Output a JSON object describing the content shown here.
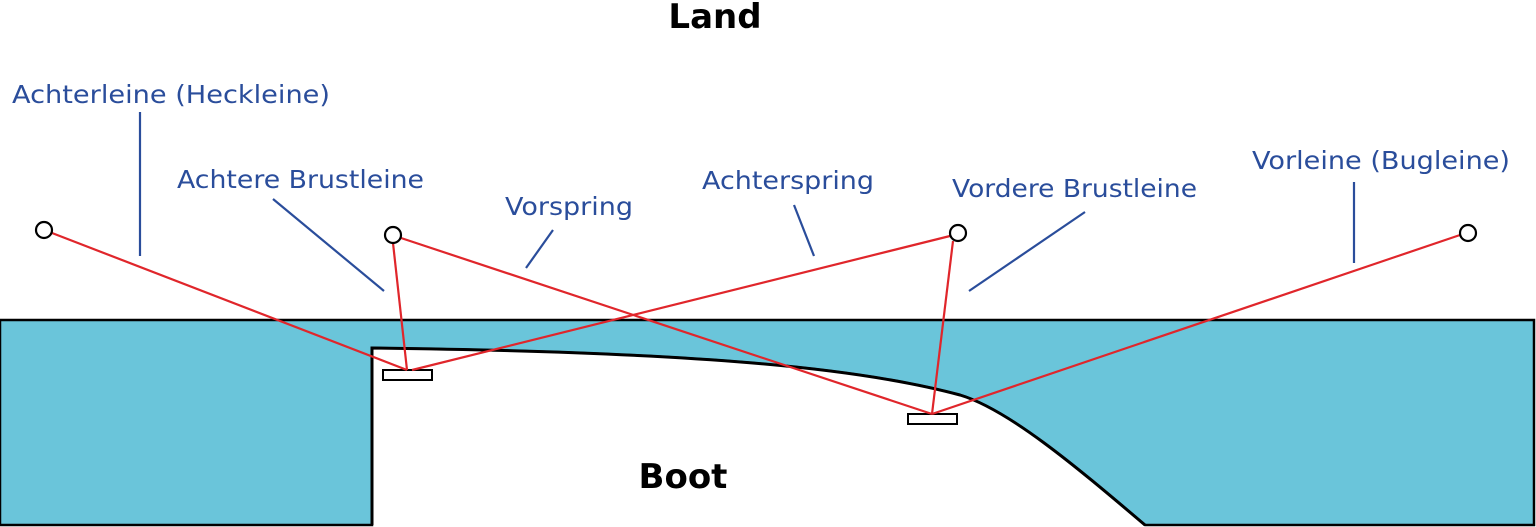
{
  "headings": {
    "land": "Land",
    "boat": "Boot"
  },
  "lines": {
    "stern_line": "Achterleine (Heckleine)",
    "aft_breast_line": "Achtere Brustleine",
    "forward_spring": "Vorspring",
    "aft_spring": "Achterspring",
    "forward_breast_line": "Vordere Brustleine",
    "bow_line": "Vorleine (Bugleine)"
  },
  "colors": {
    "water": "#6ac5da",
    "line": "#e0262b",
    "label": "#2a4d9b",
    "outline": "#000000"
  }
}
